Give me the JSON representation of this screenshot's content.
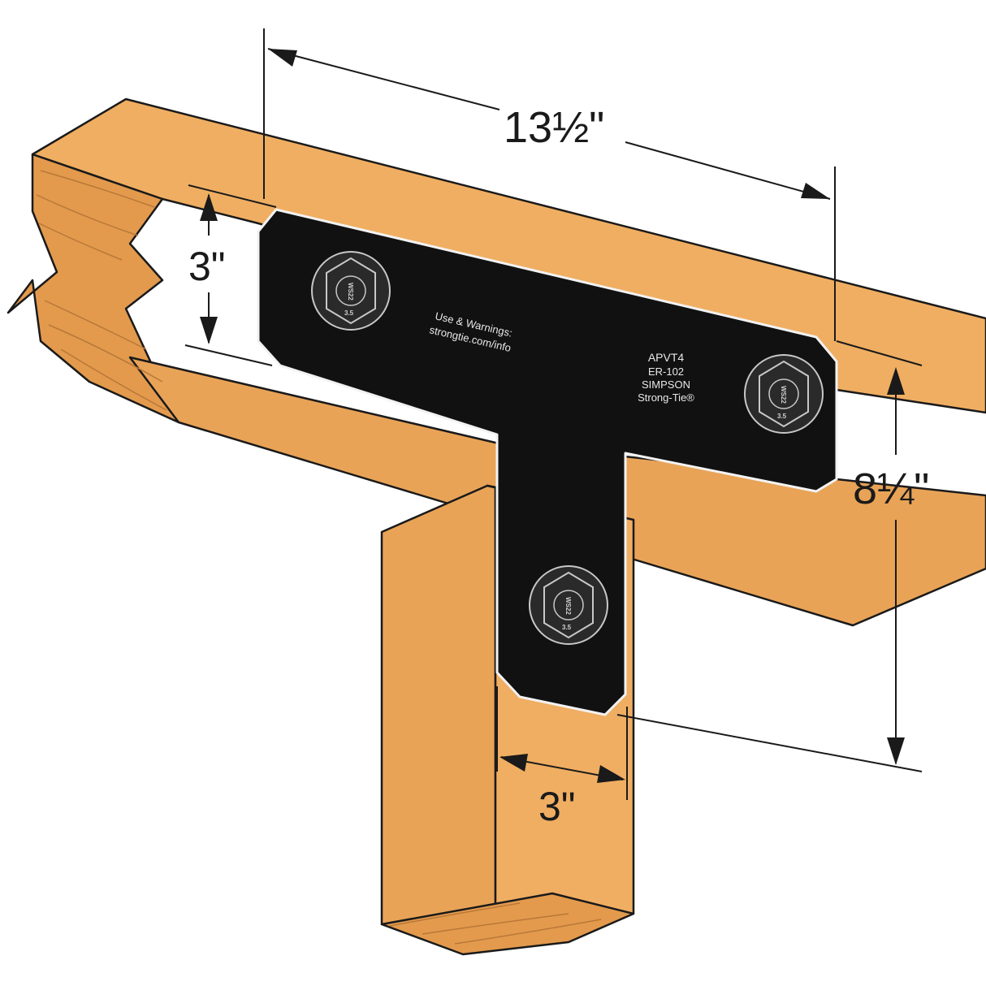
{
  "colors": {
    "wood_top": "#F0AE62",
    "wood_front": "#E9A357",
    "wood_side": "#E39A4D",
    "wood_grain": "#B87838",
    "outline": "#1a1a1a",
    "plate": "#111111",
    "plate_edge": "#f2f2f2",
    "bolt": "#2a2a2a",
    "bolt_line": "#c8c8c8"
  },
  "dimensions": {
    "width_label": "13½\"",
    "plate_height_label": "3\"",
    "total_height_label": "8¼\"",
    "stem_width_label": "3\""
  },
  "plate_text": {
    "use_line1": "Use & Warnings:",
    "use_line2": "strongtie.com/info",
    "model": "APVT4",
    "er": "ER-102",
    "brand1": "SIMPSON",
    "brand2": "Strong-Tie®"
  },
  "bolts": {
    "head_mark": "WS22",
    "size_mark": "3.5"
  }
}
